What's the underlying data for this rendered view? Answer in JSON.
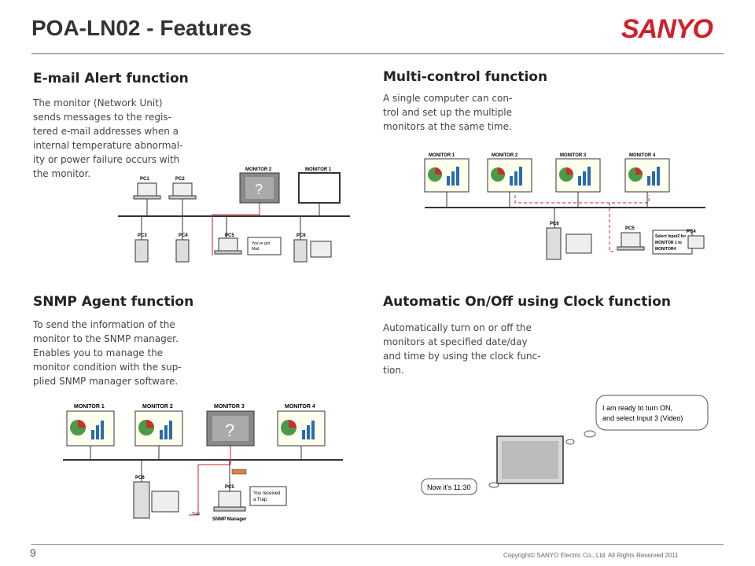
{
  "slide": {
    "title": "POA-LN02 - Features",
    "logo": "SANYO",
    "page": "9",
    "copyright": "Copyright© SANYO Electric Co., Ltd. All Rights Reserved 2011"
  },
  "email": {
    "heading": "E-mail Alert function",
    "body": "The monitor (Network Unit)\nsends messages to the regis-\ntered e-mail addresses when a\ninternal temperature abnormal-\nity or power failure occurs with\nthe monitor.",
    "labels": {
      "pc1": "PC1",
      "pc2": "PC2",
      "pc3": "PC3",
      "pc4": "PC4",
      "pc5": "PC5",
      "pc6": "PC6",
      "monitor1": "MONITOR 1",
      "monitor2": "MONITOR 2",
      "bubble1": "You've got",
      "bubble2": "Mail."
    }
  },
  "multi": {
    "heading": "Multi-control function",
    "body": "A single computer can con-\ntrol and set up the multiple\nmonitors at the same time.",
    "labels": {
      "monitor1": "MONITOR 1",
      "monitor2": "MONITOR 2",
      "monitor3": "MONITOR 3",
      "monitor4": "MONITOR 4",
      "pc4": "PC4",
      "pc5": "PC5",
      "pc6": "PC6",
      "bubble1": "Select Input2 for",
      "bubble2": "MONITOR 1 to",
      "bubble3": "MONITOR4"
    }
  },
  "snmp": {
    "heading": "SNMP Agent function",
    "body": "To send the information of the\nmonitor to the SNMP manager.\nEnables you to manage the\nmonitor condition with the sup-\nplied SNMP manager software.",
    "labels": {
      "monitor1": "MONITOR 1",
      "monitor2": "MONITOR 2",
      "monitor3": "MONITOR 3",
      "monitor4": "MONITOR 4",
      "pc5": "PC5",
      "pc6": "PC6",
      "bubble1": "You received",
      "bubble2": "a Trap.",
      "manager": "SNMP Manager",
      "trap": "Trap"
    }
  },
  "clock": {
    "heading": "Automatic On/Off using Clock function",
    "body": "Automatically turn on or off the\nmonitors at specified date/day\nand time by using the clock func-\ntion.",
    "bubble_top1": "I am ready to turn ON,",
    "bubble_top2": "and select Input 3 (Video)",
    "bubble_bottom": "Now it's 11:30"
  },
  "colors": {
    "logo": "#d0202a",
    "dashed": "#d0202a"
  }
}
